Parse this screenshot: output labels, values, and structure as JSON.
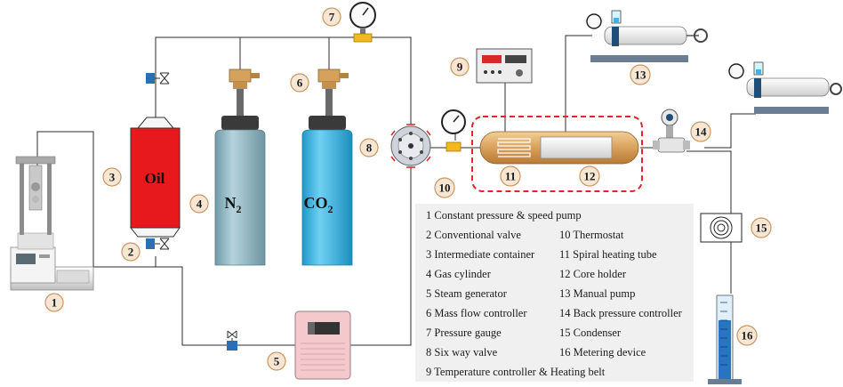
{
  "badges": [
    "1",
    "2",
    "3",
    "4",
    "5",
    "6",
    "7",
    "8",
    "9",
    "10",
    "11",
    "12",
    "13",
    "14",
    "15",
    "16"
  ],
  "labels": {
    "oil": "Oil",
    "n2_main": "N",
    "n2_sub": "2",
    "co2_main": "CO",
    "co2_sub": "2"
  },
  "legend": {
    "wide": "1 Constant pressure & speed pump",
    "left": [
      "2 Conventional valve",
      "3 Intermediate container",
      "4 Gas cylinder",
      "5 Steam generator",
      "6 Mass flow controller",
      "7 Pressure gauge",
      "8 Six way valve"
    ],
    "right": [
      "10 Thermostat",
      "11 Spiral heating tube",
      "12 Core holder",
      "13 Manual pump",
      "14 Back pressure controller",
      "15 Condenser",
      "16 Metering device"
    ],
    "bottom": "9 Temperature controller & Heating belt"
  },
  "colors": {
    "oil_container": "#e8191d",
    "n2_cylinder": "#8fb8c4",
    "co2_cylinder": "#3fb6e3",
    "steam_generator": "#f3c9cd",
    "thermostat_border": "#e0262a",
    "core_holder": "#d9a15c",
    "badge_fill": "#f8e6d4",
    "valve_blue": "#2a6fb5"
  }
}
